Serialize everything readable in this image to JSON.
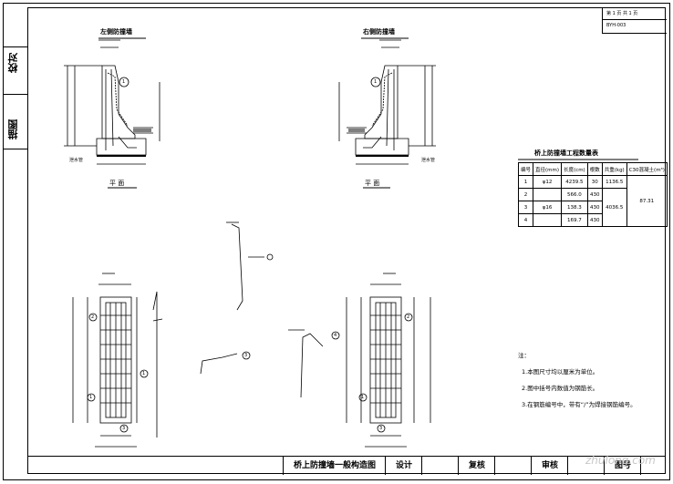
{
  "side_labels": {
    "check": "校对",
    "drawing": "描图"
  },
  "sheet_info": {
    "line1": "第 1 页  共 1 页",
    "line2": "BYH-003"
  },
  "views": {
    "left_title": "左侧防撞墙",
    "right_title": "右侧防撞墙",
    "left_plan": "平  面",
    "right_plan": "平  面",
    "drain_left": "泄水管",
    "drain_right": "泄水管"
  },
  "table": {
    "title": "桥上防撞墙工程数量表",
    "headers": [
      "编号",
      "直径(mm)",
      "长度(cm)",
      "根数",
      "共重(kg)",
      "C30混凝土(m³)"
    ],
    "rows": [
      [
        "1",
        "φ12",
        "4239.5",
        "30",
        "1136.5",
        "87.31"
      ],
      [
        "2",
        "",
        "566.0",
        "430",
        "",
        ""
      ],
      [
        "3",
        "φ16",
        "138.3",
        "430",
        "4036.5",
        ""
      ],
      [
        "4",
        "",
        "169.7",
        "430",
        "",
        ""
      ]
    ],
    "merged_weight": "4036.5",
    "merged_concrete": "87.31"
  },
  "notes": {
    "heading": "注：",
    "items": [
      "1.本图尺寸均以厘米为单位。",
      "2.图中括号内数值为钢筋长。",
      "3.在钢筋编号中，带有“/”为焊接钢筋编号。"
    ]
  },
  "bottom": {
    "drawing_title": "桥上防撞墙一般构造图",
    "design": "设计",
    "review": "复核",
    "approve": "审核",
    "number": "图号"
  },
  "watermark": "zhulong.com",
  "callouts": [
    "1",
    "2",
    "3",
    "4"
  ]
}
